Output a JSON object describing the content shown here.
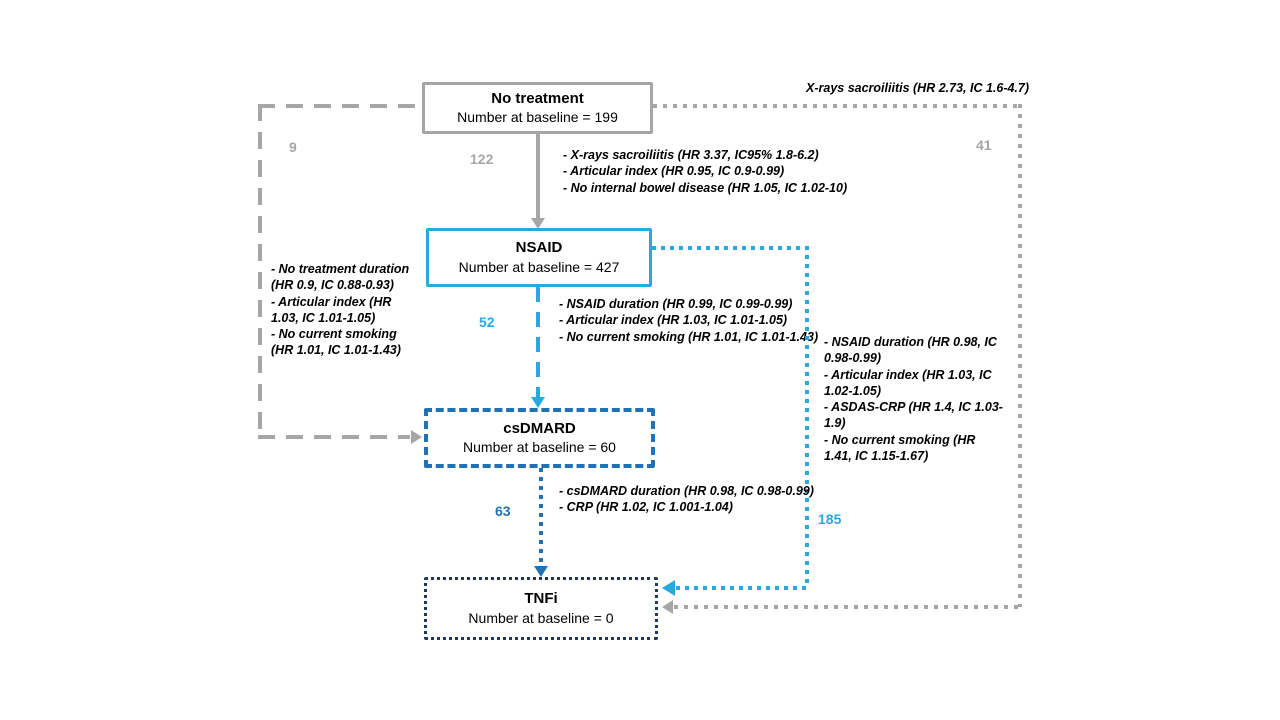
{
  "diagram": {
    "colors": {
      "gray": "#a6a6a6",
      "light_blue": "#29a9e0",
      "blue": "#2171b5",
      "navy": "#1f3a5f",
      "text": "#000000"
    },
    "boxes": {
      "no_treatment": {
        "title": "No treatment",
        "subtitle": "Number at baseline = 199"
      },
      "nsaid": {
        "title": "NSAID",
        "subtitle": "Number at baseline = 427"
      },
      "csdmard": {
        "title": "csDMARD",
        "subtitle": "Number at baseline = 60"
      },
      "tnfi": {
        "title": "TNFi",
        "subtitle": "Number at baseline = 0"
      }
    },
    "edges": {
      "no_treatment_to_nsaid": {
        "count": "122",
        "line_style": "solid gray",
        "factors": [
          "- X-rays sacroiliitis (HR 3.37, IC95% 1.8-6.2)",
          "- Articular index (HR 0.95, IC 0.9-0.99)",
          "- No internal bowel disease (HR 1.05, IC 1.02-10)"
        ]
      },
      "no_treatment_to_csdmard": {
        "count": "9",
        "line_style": "dashed gray",
        "factors": [
          "- No treatment duration (HR 0.9, IC 0.88-0.93)",
          "- Articular index (HR 1.03, IC 1.01-1.05)",
          "- No current smoking (HR 1.01, IC 1.01-1.43)"
        ]
      },
      "no_treatment_to_tnfi": {
        "count": "41",
        "line_style": "dotted gray",
        "factors": [
          "X-rays sacroiliitis (HR 2.73, IC 1.6-4.7)"
        ]
      },
      "nsaid_to_csdmard": {
        "count": "52",
        "line_style": "dashed light-blue",
        "factors": [
          "- NSAID duration (HR 0.99, IC 0.99-0.99)",
          "- Articular index (HR 1.03, IC 1.01-1.05)",
          "- No current smoking (HR 1.01, IC 1.01-1.43)"
        ]
      },
      "nsaid_to_tnfi": {
        "count": "185",
        "line_style": "dotted light-blue",
        "factors": [
          "- NSAID duration (HR 0.98, IC 0.98-0.99)",
          "- Articular index (HR 1.03, IC 1.02-1.05)",
          "- ASDAS-CRP (HR 1.4, IC 1.03-1.9)",
          "- No current smoking (HR 1.41, IC 1.15-1.67)"
        ]
      },
      "csdmard_to_tnfi": {
        "count": "63",
        "line_style": "dotted blue",
        "factors": [
          "- csDMARD duration (HR 0.98, IC 0.98-0.99)",
          "- CRP (HR 1.02, IC 1.001-1.04)"
        ]
      }
    }
  }
}
